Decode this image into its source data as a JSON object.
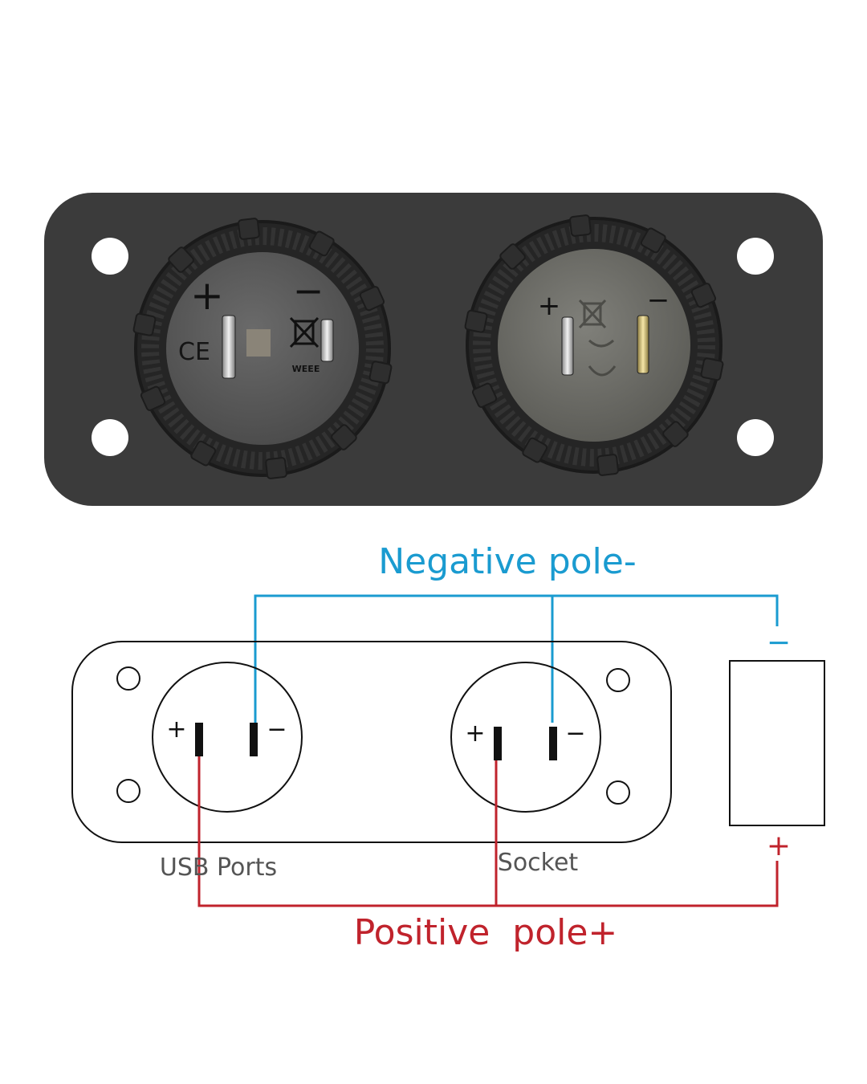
{
  "photo": {
    "left_socket": {
      "plus_mark": "+",
      "minus_mark": "−",
      "ce_mark": "CE",
      "weee_mark": "WEEE"
    },
    "right_socket": {
      "plus_mark": "+",
      "minus_mark": "−"
    }
  },
  "diagram": {
    "negative_label": "Negative pole-",
    "positive_label": "Positive  pole+",
    "usb_label": "USB Ports",
    "socket_label": "Socket",
    "battery_minus": "−",
    "battery_plus": "+",
    "terminal_plus": "+",
    "terminal_minus": "−"
  },
  "colors": {
    "negative": "#1a9bd0",
    "positive": "#c0232c",
    "panel": "#3b3b3b",
    "socket_ring": "#2a2a2a",
    "socket_face_left": "#5a5a5a",
    "socket_face_right": "#6e6e68"
  }
}
